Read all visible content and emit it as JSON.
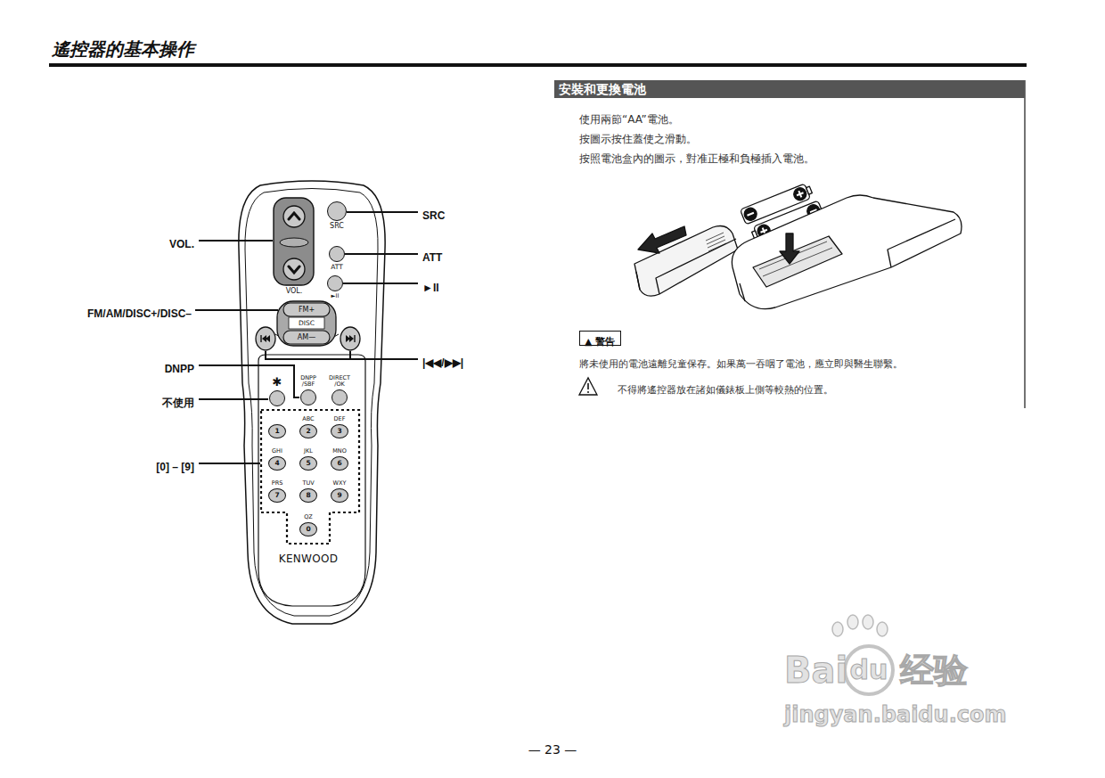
{
  "diagram": {
    "title": "遙控器的基本操作",
    "nodes": [
      {
        "text": [
          "KENWOOD"
        ]
      },
      {
        "text": [
          "VOL."
        ],
        "in": 0
      },
      {
        "text": [
          "SRC"
        ],
        "in": 0
      },
      {
        "text": [
          "ATT"
        ],
        "in": 0
      },
      {
        "text": [
          "►II"
        ],
        "in": 0
      },
      {
        "text": [
          "FM+",
          "DISC",
          "AM—"
        ],
        "in": 0
      },
      {
        "text": [
          "✱"
        ],
        "in": 0
      },
      {
        "text": [
          "DNPP /SBF"
        ],
        "in": 0
      },
      {
        "text": [
          "DIRECT /OK"
        ],
        "in": 0
      },
      {
        "text": [
          "1"
        ],
        "in": 0
      },
      {
        "text": [
          "ABC",
          "2"
        ],
        "in": 0
      },
      {
        "text": [
          "DEF",
          "3"
        ],
        "in": 0
      },
      {
        "text": [
          "GHI",
          "4"
        ],
        "in": 0
      },
      {
        "text": [
          "JKL",
          "5"
        ],
        "in": 0
      },
      {
        "text": [
          "MNO",
          "6"
        ],
        "in": 0
      },
      {
        "text": [
          "PRS",
          "7"
        ],
        "in": 0
      },
      {
        "text": [
          "TUV",
          "8"
        ],
        "in": 0
      },
      {
        "text": [
          "WXY",
          "9"
        ],
        "in": 0
      },
      {
        "text": [
          "QZ",
          "0"
        ],
        "in": 0
      },
      {
        "text": [
          "安裝和更換電池"
        ]
      },
      {
        "text": [
          "▲ 警告"
        ]
      }
    ],
    "labels": [
      "VOL.",
      "FM/AM/DISC+/DISC–",
      "DNPP",
      "不使用",
      "[0] – [9]",
      "SRC",
      "ATT",
      "►II",
      "|◀◀/▶▶|",
      "使用兩節“AA”電池。",
      "按圖示按住蓋使之滑動。",
      "按照電池盒內的圖示，對准正極和負極插入電池。",
      "將未使用的電池遠離兒童保存。如果萬一吞咽了電池，應立即與醫生聯繫。",
      "不得將遙控器放在諸如儀錶板上側等較熱的位置。",
      "— 23 —",
      "Bai",
      "du",
      "经验",
      "jingyan.baidu.com"
    ]
  }
}
